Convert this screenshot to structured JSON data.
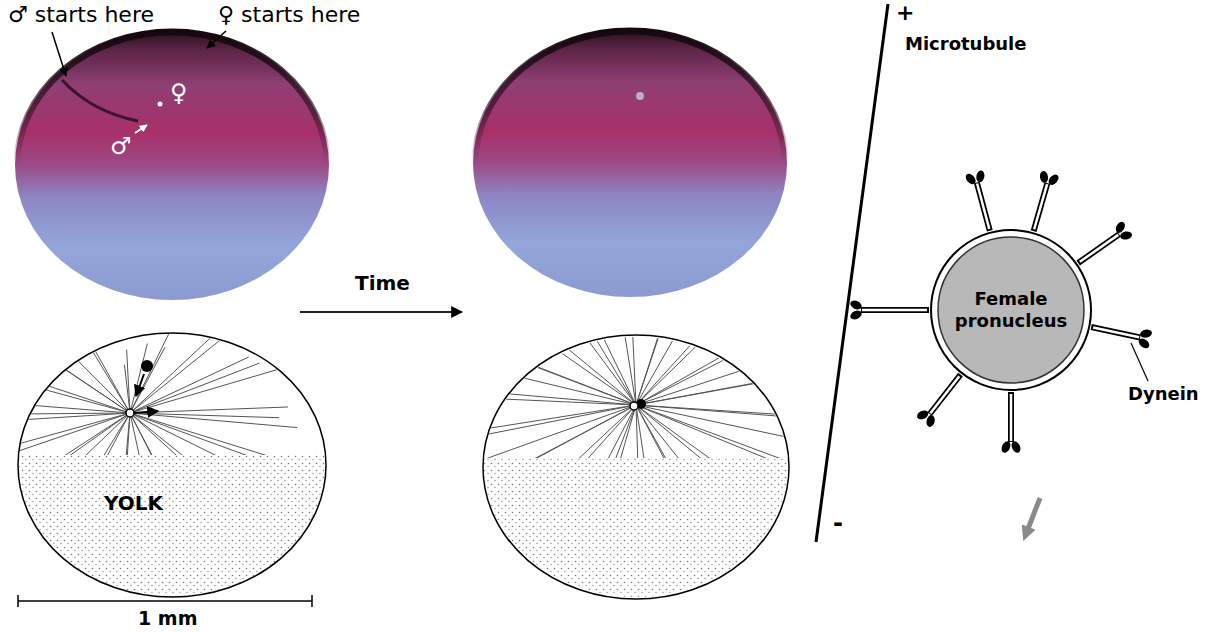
{
  "diagram": {
    "nodes": [
      {
        "text": [
          "Female pronucleus"
        ]
      }
    ],
    "labels": [
      "♂ starts here",
      "♀ starts here",
      "♀",
      "♂",
      "Time",
      "YOLK",
      "1 mm",
      "+",
      "Microtubule",
      "-",
      "Dynein"
    ]
  }
}
